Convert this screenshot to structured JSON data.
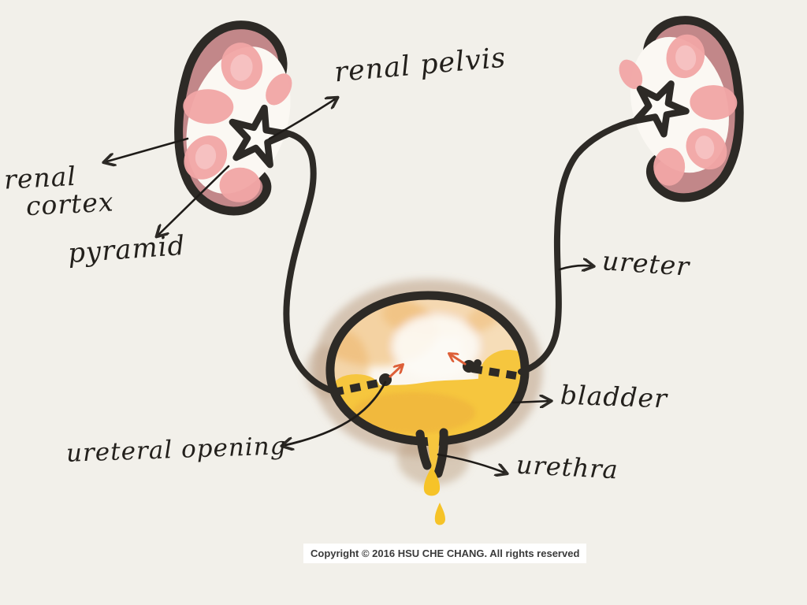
{
  "diagram": {
    "labels": {
      "renal_pelvis": "renal pelvis",
      "renal_cortex_line1": "renal",
      "renal_cortex_line2": "cortex",
      "pyramid": "pyramid",
      "ureter": "ureter",
      "bladder": "bladder",
      "ureteral_opening": "ureteral opening",
      "urethra": "urethra"
    },
    "footer": {
      "copyright": "Copyright © 2016 HSU CHE CHANG. All rights reserved"
    },
    "colors": {
      "background": "#f2f0ea",
      "ink": "#2d2a26",
      "kidney_cortex": "#c28789",
      "kidney_pyramid": "#f2a6a6",
      "urine_yellow": "#f6c63e",
      "bladder_halo": "#b8987a",
      "flow_arrow": "#dd5f38"
    }
  }
}
